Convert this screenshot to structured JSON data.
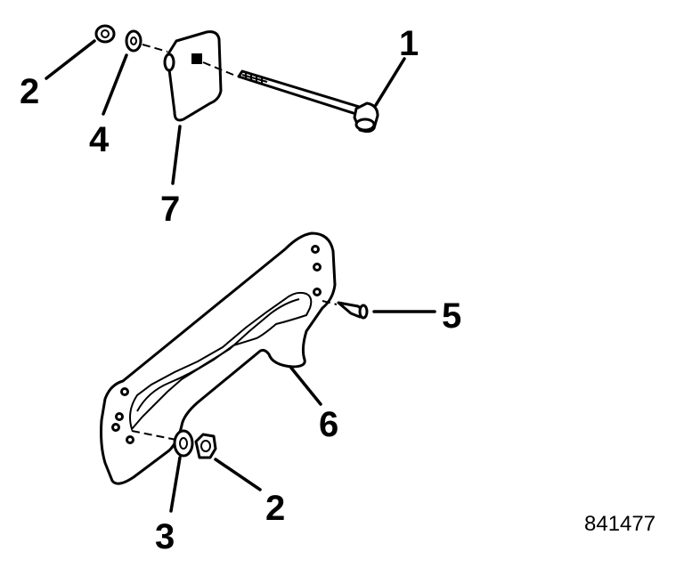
{
  "callouts": {
    "c1": "1",
    "c2_top": "2",
    "c2_bottom": "2",
    "c3": "3",
    "c4": "4",
    "c5": "5",
    "c6": "6",
    "c7": "7"
  },
  "figure_number": "841477"
}
